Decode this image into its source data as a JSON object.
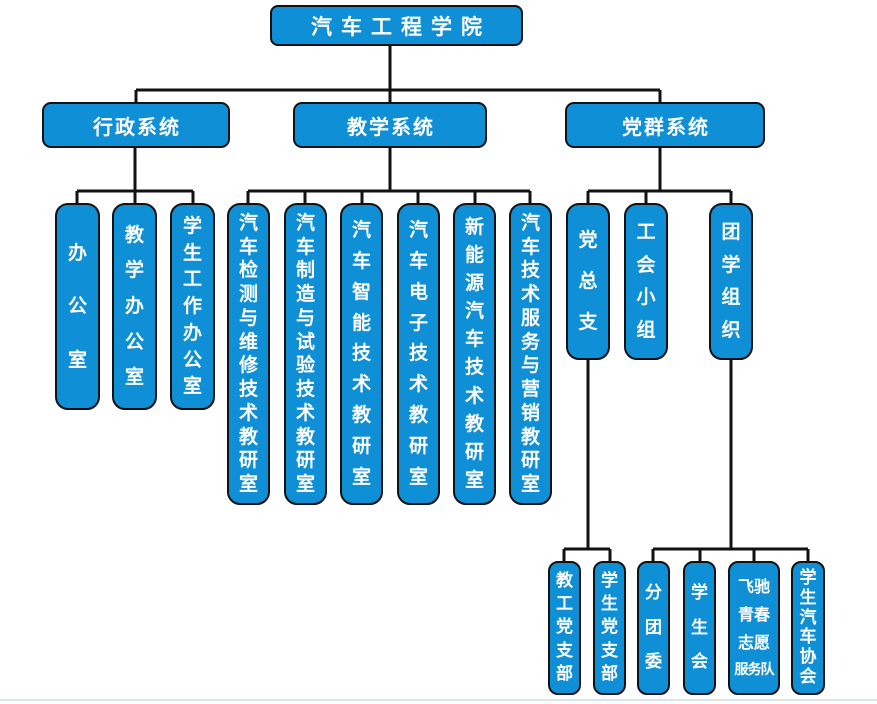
{
  "colors": {
    "box_fill": "#0e8fd6",
    "box_border": "#121212",
    "connector": "#121212",
    "text": "#ffffff",
    "footer_rule": "#dde3ea"
  },
  "root": {
    "label": "汽车工程学院"
  },
  "level2": [
    {
      "label": "行政系统"
    },
    {
      "label": "教学系统"
    },
    {
      "label": "党群系统"
    }
  ],
  "admin_children": [
    {
      "label": "办公室"
    },
    {
      "label": "教学办公室"
    },
    {
      "label": "学生工作办公室"
    }
  ],
  "teaching_children": [
    {
      "label": "汽车检测与维修技术教研室"
    },
    {
      "label": "汽车制造与试验技术教研室"
    },
    {
      "label": "汽车智能技术教研室"
    },
    {
      "label": "汽车电子技术教研室"
    },
    {
      "label": "新能源汽车技术教研室"
    },
    {
      "label": "汽车技术服务与营销教研室"
    }
  ],
  "party_children": [
    {
      "label": "党总支"
    },
    {
      "label": "工会小组"
    },
    {
      "label": "团学组织"
    }
  ],
  "party_branch_children": [
    {
      "label": "教工党支部"
    },
    {
      "label": "学生党支部"
    }
  ],
  "youth_children": [
    {
      "label": "分团委"
    },
    {
      "label": "学生会"
    },
    {
      "label": "飞驰青春志愿服务队",
      "lines": [
        "飞驰",
        "青春",
        "志愿",
        "服务队"
      ]
    },
    {
      "label": "学生汽车协会"
    }
  ]
}
